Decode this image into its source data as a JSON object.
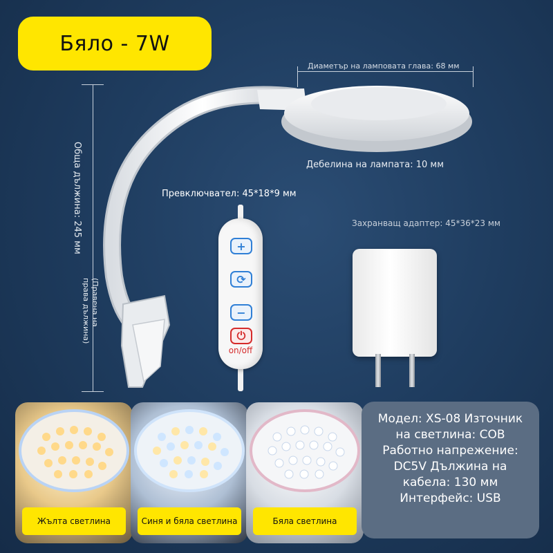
{
  "badge": {
    "text": "Бяло - 7W"
  },
  "dimensions": {
    "head_diameter": "Диаметър на ламповата глава: 68 мм",
    "lamp_thickness": "Дебелина на лампата: 10 мм",
    "total_length": "Обща дължина: 245 мм",
    "straightened_note": "(Правена на права дължина)",
    "switch_size": "Превключвател: 45*18*9 мм",
    "adapter_size": "Захранващ адаптер: 45*36*23 мм"
  },
  "switch": {
    "onoff_label": "on/off",
    "buttons": [
      "+",
      "⟳",
      "−"
    ]
  },
  "light_modes": [
    {
      "label": "Жълта светлина",
      "tone": "#ffd98a"
    },
    {
      "label": "Синя и бяла светлина",
      "tone": "#dfefff"
    },
    {
      "label": "Бяла светлина",
      "tone": "#ffffff"
    }
  ],
  "specs": {
    "text": "Модел: XS-08 Източник на светлина: COB Работно напрежение: DC5V Дължина на кабела: 130 мм Интерфейс: USB"
  },
  "colors": {
    "accent": "#ffe600",
    "background": "#1f3d60",
    "switch_blue": "#2f7fd6",
    "switch_red": "#d52b2b"
  }
}
